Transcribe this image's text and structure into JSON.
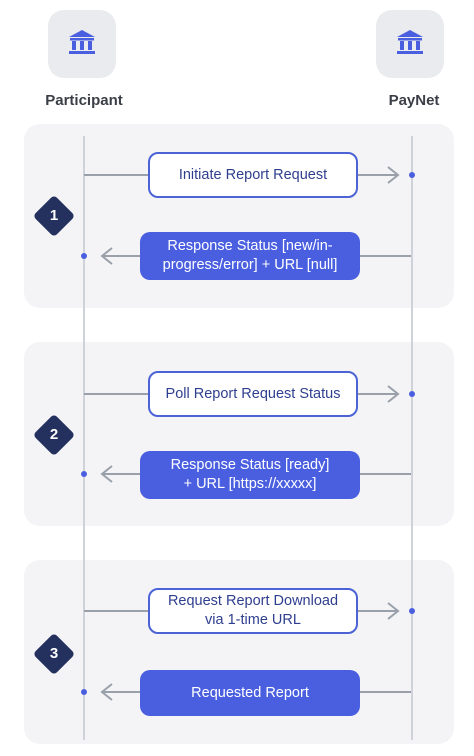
{
  "actors": {
    "participant": {
      "label": "Participant",
      "icon": "bank-icon"
    },
    "paynet": {
      "label": "PayNet",
      "icon": "bank-icon"
    }
  },
  "steps": [
    {
      "number": "1",
      "request": "Initiate Report Request",
      "response": "Response Status [new/in-\nprogress/error] + URL [null]"
    },
    {
      "number": "2",
      "request": "Poll Report Request Status",
      "response": "Response Status [ready]\n+ URL [https://xxxxx]"
    },
    {
      "number": "3",
      "request": "Request Report Download\nvia 1-time URL",
      "response": "Requested Report"
    }
  ],
  "colors": {
    "accent": "#4a5fe0",
    "diamond": "#24305e",
    "panel": "#f4f4f6",
    "arrow": "#9aa0aa"
  }
}
